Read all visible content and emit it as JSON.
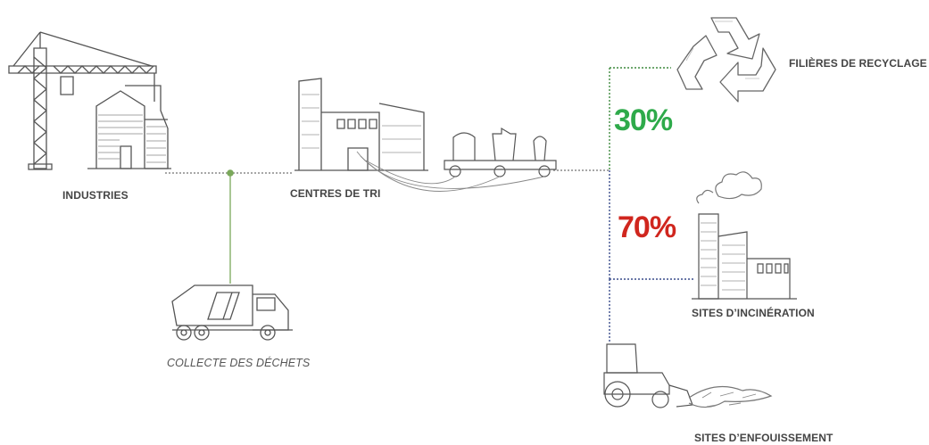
{
  "labels": {
    "industries": "INDUSTRIES",
    "centres_tri": "CENTRES DE TRI",
    "collecte": "COLLECTE DES DÉCHETS",
    "recyclage": "FILIÈRES DE RECYCLAGE",
    "incineration": "SITES D’INCINÉRATION",
    "enfouissement": "SITES D’ENFOUISSEMENT"
  },
  "percentages": {
    "recyclage": "30%",
    "incineration": "70%"
  },
  "colors": {
    "recyclage_pct": "#2eaa4a",
    "incineration_pct": "#d0261e",
    "collection_line": "#7aa85a",
    "recycling_line": "#3f8a3f",
    "incineration_line": "#3a4c8c",
    "sketch_stroke": "#555555"
  },
  "icons": [
    "crane-factory-icon",
    "sorting-center-icon",
    "conveyor-belt-icon",
    "garbage-truck-icon",
    "recycle-icon",
    "incineration-plant-icon",
    "landfill-tractor-icon"
  ]
}
